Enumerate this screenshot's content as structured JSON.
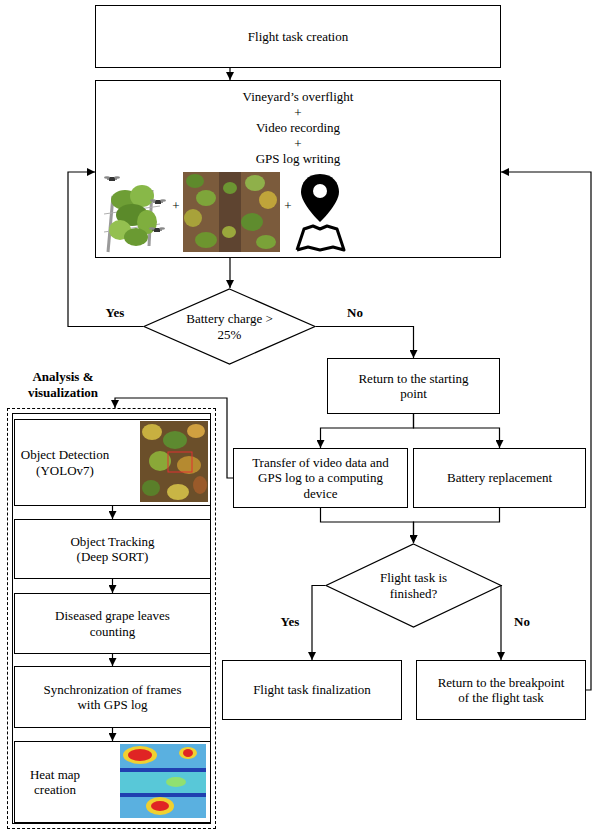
{
  "diagram": {
    "nodes": [
      {
        "text": [
          "Flight task creation"
        ]
      },
      {
        "text": [
          "Vineyard’s overflight",
          "+",
          "Video recording",
          "+",
          "GPS log writing",
          "+",
          "+"
        ]
      },
      {
        "text": [
          "Battery charge > 25%"
        ]
      },
      {
        "text": [
          "Return to the starting point"
        ]
      },
      {
        "text": [
          "Analysis & visualization"
        ]
      },
      {
        "text": [
          "Object Detection (YOLOv7)"
        ],
        "in": 4
      },
      {
        "text": [
          "Object Tracking (Deep SORT)"
        ],
        "in": 4
      },
      {
        "text": [
          "Diseased grape leaves counting"
        ],
        "in": 4
      },
      {
        "text": [
          "Synchronization of frames with GPS log"
        ],
        "in": 4
      },
      {
        "text": [
          "Heat map creation"
        ],
        "in": 4
      },
      {
        "text": [
          "Transfer of video data and GPS log to a computing device"
        ]
      },
      {
        "text": [
          "Battery replacement"
        ]
      },
      {
        "text": [
          "Flight task is finished?"
        ]
      },
      {
        "text": [
          "Flight task finalization"
        ]
      },
      {
        "text": [
          "Return to the breakpoint of the flight task"
        ]
      }
    ],
    "edges": [
      {
        "from": 0,
        "to": 1,
        "arrow": "to"
      },
      {
        "from": 1,
        "to": 2,
        "arrow": "to"
      },
      {
        "from": 2,
        "to": 1,
        "label": "Yes",
        "arrow": "to"
      },
      {
        "from": 2,
        "to": 3,
        "label": "No",
        "arrow": "to"
      },
      {
        "from": 3,
        "to": 10,
        "arrow": "to"
      },
      {
        "from": 3,
        "to": 11,
        "arrow": "to"
      },
      {
        "from": 10,
        "to": 4,
        "arrow": "to"
      },
      {
        "from": 10,
        "to": 12,
        "arrow": "to"
      },
      {
        "from": 11,
        "to": 12,
        "arrow": "to"
      },
      {
        "from": 12,
        "to": 13,
        "label": "Yes",
        "arrow": "to"
      },
      {
        "from": 12,
        "to": 14,
        "label": "No",
        "arrow": "to"
      },
      {
        "from": 14,
        "to": 1,
        "arrow": "to"
      },
      {
        "from": 5,
        "to": 6,
        "arrow": "to"
      },
      {
        "from": 6,
        "to": 7,
        "arrow": "to"
      },
      {
        "from": 7,
        "to": 8,
        "arrow": "to"
      },
      {
        "from": 8,
        "to": 9,
        "arrow": "to"
      }
    ]
  }
}
